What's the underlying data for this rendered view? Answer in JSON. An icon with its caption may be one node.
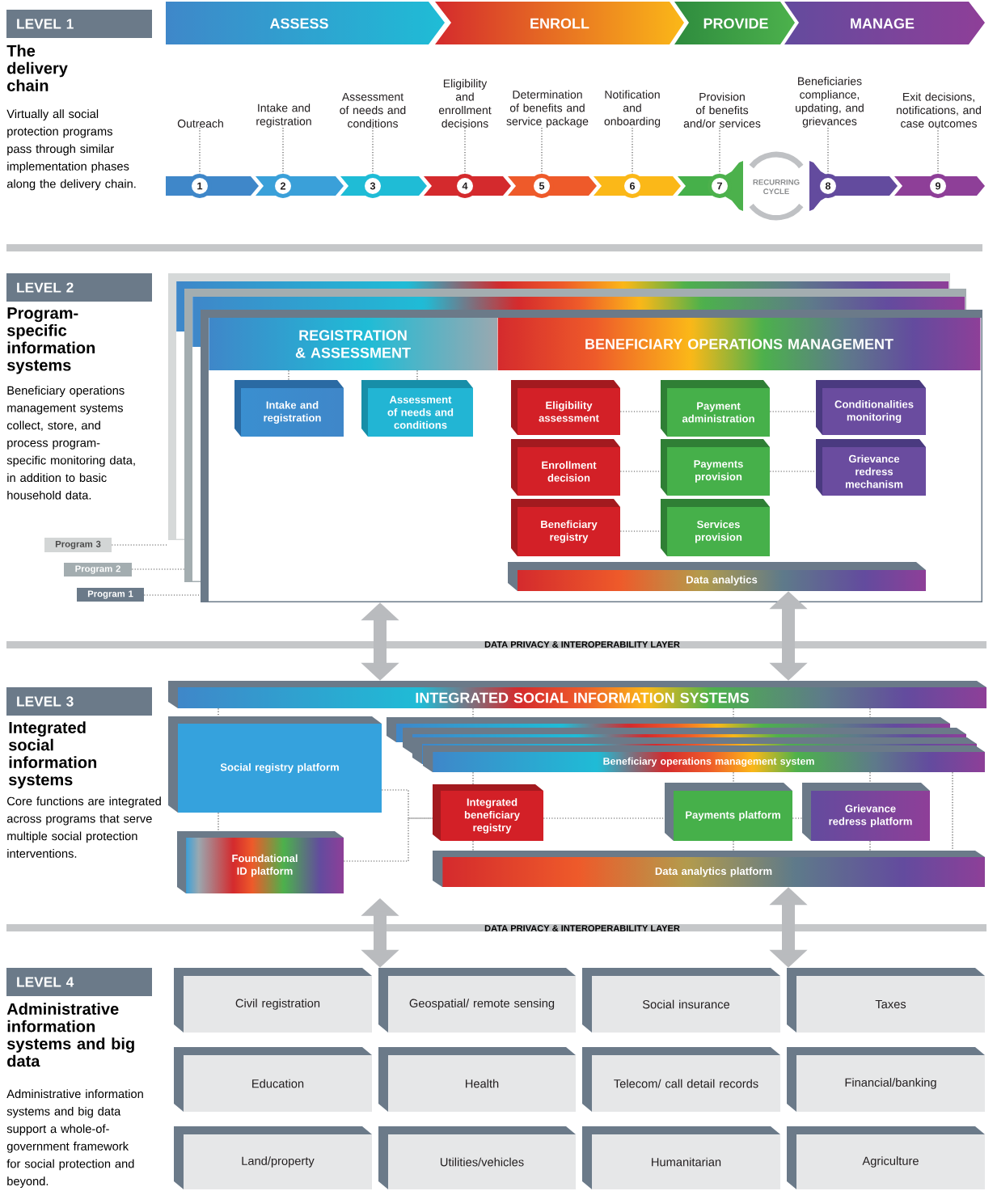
{
  "diagram": {
    "nodes": [
      {
        "text": [
          "LEVEL 1"
        ],
        "beside": [
          "The delivery chain"
        ]
      },
      {
        "text": [
          "ASSESS"
        ]
      },
      {
        "text": [
          "ENROLL"
        ]
      },
      {
        "text": [
          "PROVIDE"
        ]
      },
      {
        "text": [
          "MANAGE"
        ]
      },
      {
        "text": [
          "Outreach"
        ]
      },
      {
        "text": [
          "Intake and registration"
        ]
      },
      {
        "text": [
          "Assessment of needs and conditions"
        ]
      },
      {
        "text": [
          "Eligibility and enrollment decisions"
        ]
      },
      {
        "text": [
          "Determination of benefits and service package"
        ]
      },
      {
        "text": [
          "Notification and onboarding"
        ]
      },
      {
        "text": [
          "Provision of benefits and/or services"
        ]
      },
      {
        "text": [
          "Beneficiaries compliance, updating, and grievances"
        ]
      },
      {
        "text": [
          "Exit decisions, notifications, and case outcomes"
        ]
      },
      {
        "text": [
          "1"
        ]
      },
      {
        "text": [
          "2"
        ]
      },
      {
        "text": [
          "3"
        ]
      },
      {
        "text": [
          "4"
        ]
      },
      {
        "text": [
          "5"
        ]
      },
      {
        "text": [
          "6"
        ]
      },
      {
        "text": [
          "7"
        ]
      },
      {
        "text": [
          "8"
        ]
      },
      {
        "text": [
          "9"
        ]
      },
      {
        "text": [
          "RECURRING CYCLE"
        ]
      },
      {
        "text": [
          "LEVEL 2"
        ],
        "beside": [
          "Program-specific information systems"
        ]
      },
      {
        "text": [
          "Program 3"
        ]
      },
      {
        "text": [
          "Program 2"
        ]
      },
      {
        "text": [
          "Program 1"
        ]
      },
      {
        "text": [],
        "shape": "box"
      },
      {
        "text": [
          "REGISTRATION & ASSESSMENT"
        ],
        "in": 28
      },
      {
        "text": [
          "BENEFICIARY OPERATIONS MANAGEMENT"
        ],
        "in": 28
      },
      {
        "text": [
          "Intake and registration"
        ],
        "in": 28
      },
      {
        "text": [
          "Assessment of needs and conditions"
        ],
        "in": 28
      },
      {
        "text": [
          "Eligibility assessment"
        ],
        "in": 28
      },
      {
        "text": [
          "Payment administration"
        ],
        "in": 28
      },
      {
        "text": [
          "Conditionalities monitoring"
        ],
        "in": 28
      },
      {
        "text": [
          "Enrollment decision"
        ],
        "in": 28
      },
      {
        "text": [
          "Payments provision"
        ],
        "in": 28
      },
      {
        "text": [
          "Grievance redress mechanism"
        ],
        "in": 28
      },
      {
        "text": [
          "Beneficiary registry"
        ],
        "in": 28
      },
      {
        "text": [
          "Services provision"
        ],
        "in": 28
      },
      {
        "text": [
          "Data analytics"
        ],
        "in": 28
      },
      {
        "text": [
          "DATA PRIVACY & INTEROPERABILITY LAYER"
        ]
      },
      {
        "text": [
          "LEVEL 3"
        ],
        "beside": [
          "Integrated social information systems"
        ]
      },
      {
        "text": [
          "INTEGRATED SOCIAL INFORMATION SYSTEMS"
        ]
      },
      {
        "text": [
          "Social registry platform"
        ]
      },
      {
        "text": [
          "Beneficiary operations management system"
        ]
      },
      {
        "text": [
          "Integrated beneficiary registry"
        ]
      },
      {
        "text": [
          "Payments platform"
        ]
      },
      {
        "text": [
          "Grievance redress platform"
        ]
      },
      {
        "text": [
          "Foundational ID platform"
        ]
      },
      {
        "text": [
          "Data analytics platform"
        ]
      },
      {
        "text": [
          "DATA PRIVACY & INTEROPERABILITY LAYER"
        ]
      },
      {
        "text": [
          "LEVEL 4"
        ],
        "beside": [
          "Administrative information systems and big data"
        ]
      },
      {
        "text": [
          "Civil registration"
        ]
      },
      {
        "text": [
          "Geospatial/ remote sensing"
        ]
      },
      {
        "text": [
          "Social insurance"
        ]
      },
      {
        "text": [
          "Taxes"
        ]
      },
      {
        "text": [
          "Education"
        ]
      },
      {
        "text": [
          "Health"
        ]
      },
      {
        "text": [
          "Telecom/ call detail records"
        ]
      },
      {
        "text": [
          "Financial/banking"
        ]
      },
      {
        "text": [
          "Land/property"
        ]
      },
      {
        "text": [
          "Utilities/vehicles"
        ]
      },
      {
        "text": [
          "Humanitarian"
        ]
      },
      {
        "text": [
          "Agriculture"
        ]
      }
    ],
    "edges": [
      {
        "from": 5,
        "to": 14,
        "arrow": "none",
        "style": "dashed"
      },
      {
        "from": 6,
        "to": 15,
        "arrow": "none",
        "style": "dashed"
      },
      {
        "from": 7,
        "to": 16,
        "arrow": "none",
        "style": "dashed"
      },
      {
        "from": 8,
        "to": 17,
        "arrow": "none",
        "style": "dashed"
      },
      {
        "from": 9,
        "to": 18,
        "arrow": "none",
        "style": "dashed"
      },
      {
        "from": 10,
        "to": 19,
        "arrow": "none",
        "style": "dashed"
      },
      {
        "from": 11,
        "to": 20,
        "arrow": "none",
        "style": "dashed"
      },
      {
        "from": 12,
        "to": 21,
        "arrow": "none",
        "style": "dashed"
      },
      {
        "from": 13,
        "to": 22,
        "arrow": "none",
        "style": "dashed"
      },
      {
        "from": 25,
        "to": 28,
        "arrow": "none",
        "style": "dashed"
      },
      {
        "from": 26,
        "to": 28,
        "arrow": "none",
        "style": "dashed"
      },
      {
        "from": 27,
        "to": 28,
        "arrow": "none",
        "style": "dashed"
      },
      {
        "from": 29,
        "to": 31,
        "arrow": "none",
        "style": "dashed"
      },
      {
        "from": 29,
        "to": 32,
        "arrow": "none",
        "style": "dashed"
      },
      {
        "from": 33,
        "to": 34,
        "arrow": "none",
        "style": "dashed"
      },
      {
        "from": 34,
        "to": 35,
        "arrow": "none",
        "style": "dashed"
      },
      {
        "from": 36,
        "to": 37,
        "arrow": "none",
        "style": "dashed"
      },
      {
        "from": 37,
        "to": 38,
        "arrow": "none",
        "style": "dashed"
      },
      {
        "from": 39,
        "to": 40,
        "arrow": "none",
        "style": "dashed"
      },
      {
        "from": 44,
        "to": 45,
        "arrow": "none",
        "style": "dashed"
      },
      {
        "from": 44,
        "to": 46,
        "arrow": "none",
        "style": "dashed"
      },
      {
        "from": 44,
        "to": 46,
        "arrow": "none",
        "style": "dashed"
      },
      {
        "from": 44,
        "to": 46,
        "arrow": "none",
        "style": "dashed"
      },
      {
        "from": 46,
        "to": 47,
        "arrow": "none",
        "style": "dashed"
      },
      {
        "from": 46,
        "to": 48,
        "arrow": "none",
        "style": "dashed"
      },
      {
        "from": 46,
        "to": 49,
        "arrow": "none",
        "style": "dashed"
      },
      {
        "from": 46,
        "to": 51,
        "arrow": "none",
        "style": "dashed"
      },
      {
        "from": 47,
        "to": 51,
        "arrow": "none",
        "style": "dashed"
      },
      {
        "from": 48,
        "to": 51,
        "arrow": "none",
        "style": "dashed"
      },
      {
        "from": 49,
        "to": 51,
        "arrow": "none",
        "style": "dashed"
      },
      {
        "from": 47,
        "to": 48,
        "arrow": "none",
        "style": "dashed"
      },
      {
        "from": 48,
        "to": 49,
        "arrow": "none",
        "style": "dashed"
      },
      {
        "from": 45,
        "to": 50,
        "arrow": "none",
        "style": "dashed"
      },
      {
        "from": 45,
        "to": 47,
        "arrow": "none",
        "style": "dashed"
      },
      {
        "from": 50,
        "to": 47,
        "arrow": "none",
        "style": "dashed"
      },
      {
        "from": 28,
        "to": 44,
        "arrow": "both",
        "style": "thick",
        "color": "#b9bbbe"
      },
      {
        "from": 41,
        "to": 44,
        "arrow": "both",
        "style": "thick",
        "color": "#b9bbbe"
      },
      {
        "from": 52,
        "to": 55,
        "arrow": "both",
        "style": "thick",
        "color": "#b9bbbe"
      },
      {
        "from": 51,
        "to": 57,
        "arrow": "both",
        "style": "thick",
        "color": "#b9bbbe"
      }
    ],
    "labels": [
      "Virtually all social protection programs pass through similar implementation phases along the delivery chain.",
      "Beneficiary operations management systems collect, store, and process program-specific monitoring data, in addition to basic household data.",
      "Core functions are integrated across programs that serve multiple social protection interventions.",
      "Administrative information systems and big data support a whole-of-government framework for social protection and beyond."
    ]
  }
}
